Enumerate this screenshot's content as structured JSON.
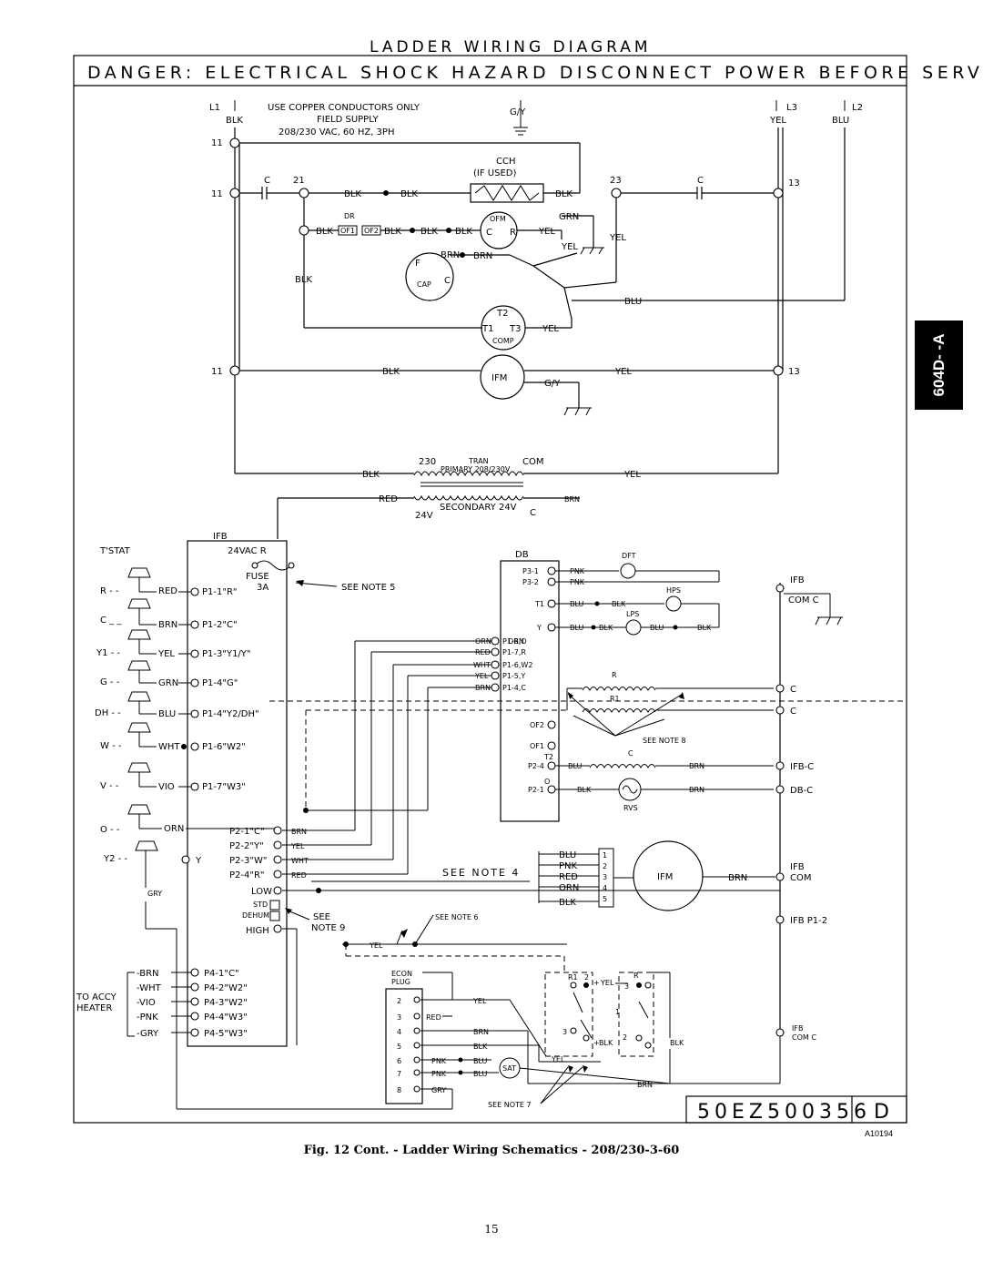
{
  "diagram": {
    "title": "LADDER WIRING DIAGRAM",
    "warning": "DANGER: ELECTRICAL SHOCK HAZARD DISCONNECT POWER BEFORE SERVICING",
    "field_supply": [
      "USE COPPER CONDUCTORS ONLY",
      "FIELD SUPPLY",
      "208/230 VAC, 60 HZ, 3PH"
    ],
    "drawing_number": "50EZ500356",
    "revision": "D",
    "figure_code": "A10194"
  },
  "side_tab": "604D- -A",
  "caption": "Fig. 12 Cont. - Ladder Wiring Schematics - 208/230-3-60",
  "page_number": "15"
}
